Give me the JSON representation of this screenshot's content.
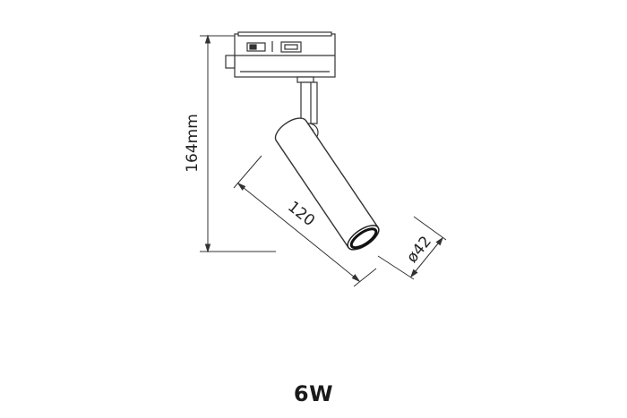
{
  "dimensions": {
    "height": "164mm",
    "length": "120",
    "diameter": "ø42"
  },
  "caption": "6W",
  "colors": {
    "line": "#333333",
    "text": "#222222",
    "background": "#ffffff"
  }
}
